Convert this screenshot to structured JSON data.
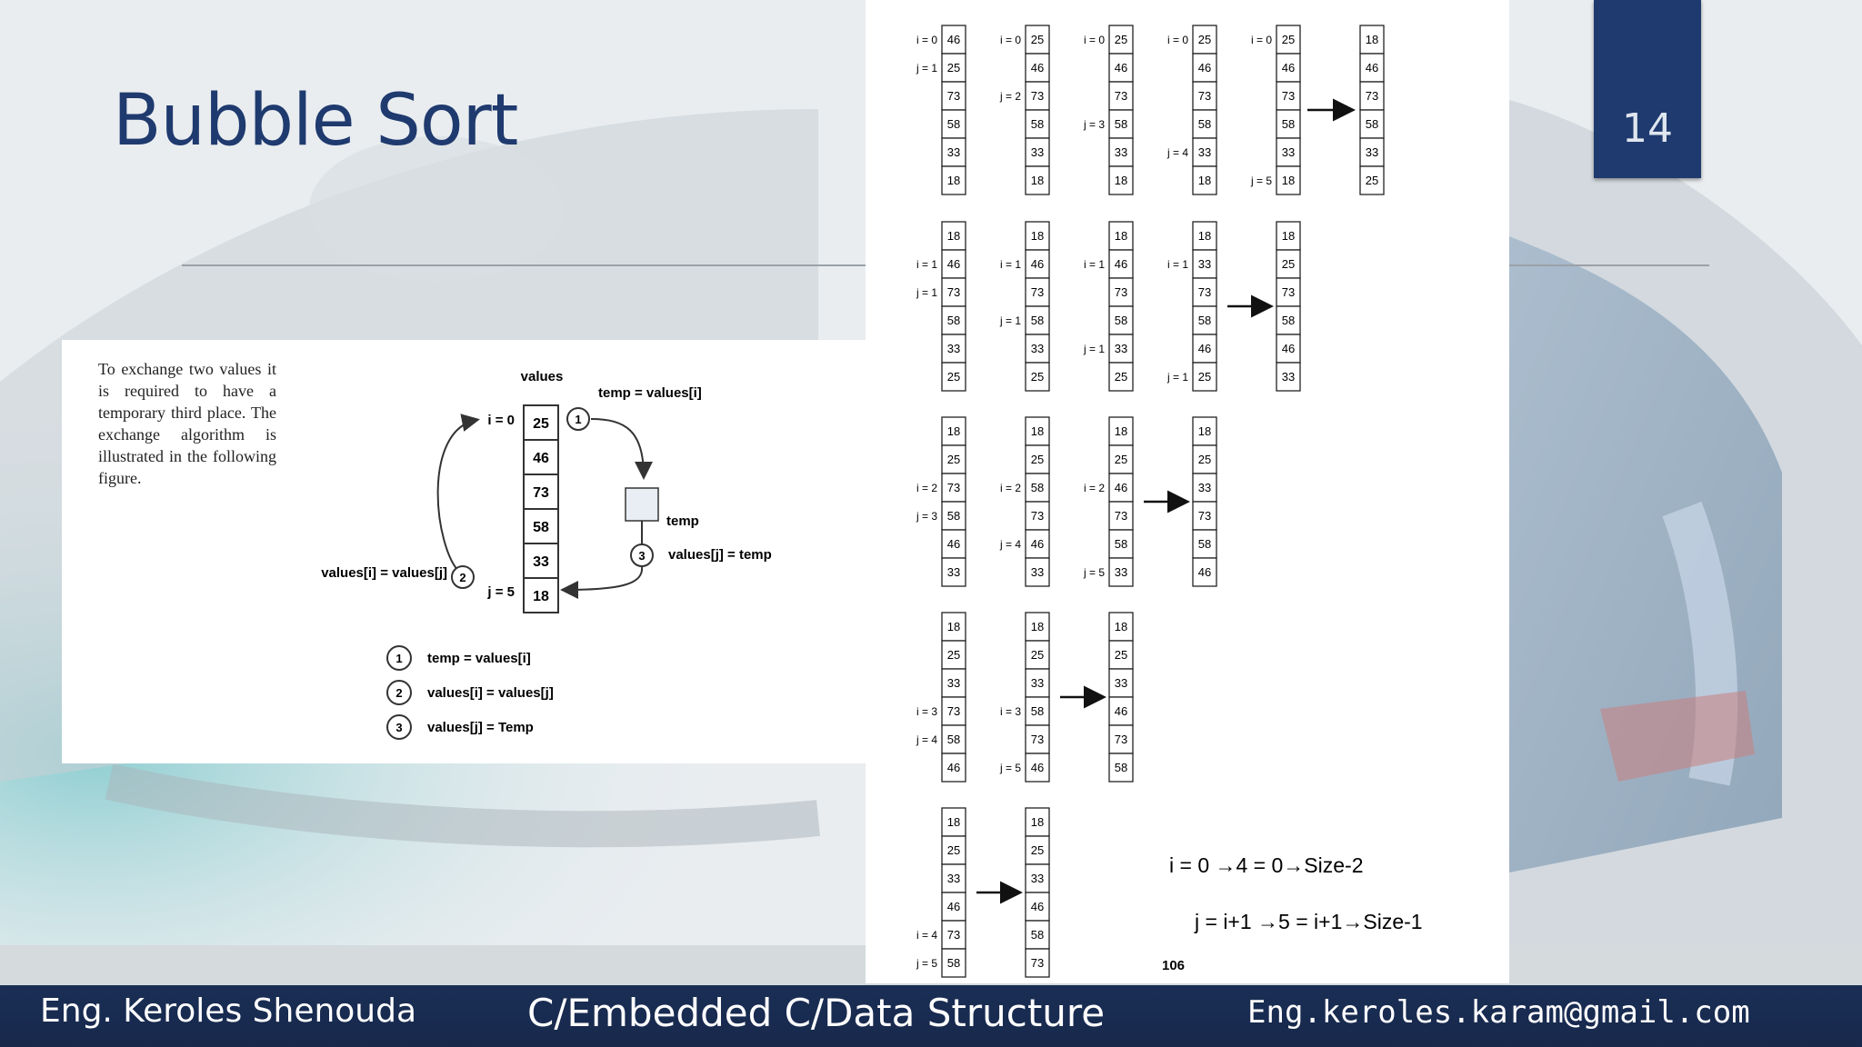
{
  "slide": {
    "title": "Bubble Sort",
    "number": "14"
  },
  "left_figure": {
    "intro_text": "To exchange two values it is required to have a temporary third place. The exchange algorithm is illustrated in the following figure.",
    "values_heading": "values",
    "values": [
      "25",
      "46",
      "73",
      "58",
      "33",
      "18"
    ],
    "i_label": "i = 0",
    "j_label": "j = 5",
    "temp_label": "temp",
    "step1_top": "temp = values[i]",
    "step2_left": "values[i] = values[j]",
    "step3_right": "values[j] = temp",
    "legend": [
      {
        "num": "1",
        "text": "temp = values[i]"
      },
      {
        "num": "2",
        "text": "values[i] = values[j]"
      },
      {
        "num": "3",
        "text": "values[j] = Temp"
      }
    ]
  },
  "passes": [
    {
      "columns": [
        {
          "values": [
            "46",
            "25",
            "73",
            "58",
            "33",
            "18"
          ],
          "labels": [
            {
              "row": 0,
              "text": "i = 0"
            },
            {
              "row": 1,
              "text": "j = 1"
            }
          ]
        },
        {
          "values": [
            "25",
            "46",
            "73",
            "58",
            "33",
            "18"
          ],
          "labels": [
            {
              "row": 0,
              "text": "i = 0"
            },
            {
              "row": 2,
              "text": "j = 2"
            }
          ]
        },
        {
          "values": [
            "25",
            "46",
            "73",
            "58",
            "33",
            "18"
          ],
          "labels": [
            {
              "row": 0,
              "text": "i = 0"
            },
            {
              "row": 3,
              "text": "j = 3"
            }
          ]
        },
        {
          "values": [
            "25",
            "46",
            "73",
            "58",
            "33",
            "18"
          ],
          "labels": [
            {
              "row": 0,
              "text": "i = 0"
            },
            {
              "row": 4,
              "text": "j = 4"
            }
          ]
        },
        {
          "values": [
            "25",
            "46",
            "73",
            "58",
            "33",
            "18"
          ],
          "labels": [
            {
              "row": 0,
              "text": "i = 0"
            },
            {
              "row": 5,
              "text": "j = 5"
            }
          ]
        },
        {
          "values": [
            "18",
            "46",
            "73",
            "58",
            "33",
            "25"
          ],
          "labels": [],
          "result": true
        }
      ]
    },
    {
      "columns": [
        {
          "values": [
            "18",
            "46",
            "73",
            "58",
            "33",
            "25"
          ],
          "labels": [
            {
              "row": 1,
              "text": "i = 1"
            },
            {
              "row": 2,
              "text": "j = 1"
            }
          ]
        },
        {
          "values": [
            "18",
            "46",
            "73",
            "58",
            "33",
            "25"
          ],
          "labels": [
            {
              "row": 1,
              "text": "i = 1"
            },
            {
              "row": 3,
              "text": "j = 1"
            }
          ]
        },
        {
          "values": [
            "18",
            "46",
            "73",
            "58",
            "33",
            "25"
          ],
          "labels": [
            {
              "row": 1,
              "text": "i = 1"
            },
            {
              "row": 4,
              "text": "j = 1"
            }
          ]
        },
        {
          "values": [
            "18",
            "33",
            "73",
            "58",
            "46",
            "25"
          ],
          "labels": [
            {
              "row": 1,
              "text": "i = 1"
            },
            {
              "row": 5,
              "text": "j = 1"
            }
          ]
        },
        {
          "values": [
            "18",
            "25",
            "73",
            "58",
            "46",
            "33"
          ],
          "labels": [],
          "result": true
        }
      ]
    },
    {
      "columns": [
        {
          "values": [
            "18",
            "25",
            "73",
            "58",
            "46",
            "33"
          ],
          "labels": [
            {
              "row": 2,
              "text": "i = 2"
            },
            {
              "row": 3,
              "text": "j = 3"
            }
          ]
        },
        {
          "values": [
            "18",
            "25",
            "58",
            "73",
            "46",
            "33"
          ],
          "labels": [
            {
              "row": 2,
              "text": "i = 2"
            },
            {
              "row": 4,
              "text": "j = 4"
            }
          ]
        },
        {
          "values": [
            "18",
            "25",
            "46",
            "73",
            "58",
            "33"
          ],
          "labels": [
            {
              "row": 2,
              "text": "i = 2"
            },
            {
              "row": 5,
              "text": "j = 5"
            }
          ]
        },
        {
          "values": [
            "18",
            "25",
            "33",
            "73",
            "58",
            "46"
          ],
          "labels": [],
          "result": true
        }
      ]
    },
    {
      "columns": [
        {
          "values": [
            "18",
            "25",
            "33",
            "73",
            "58",
            "46"
          ],
          "labels": [
            {
              "row": 3,
              "text": "i = 3"
            },
            {
              "row": 4,
              "text": "j = 4"
            }
          ]
        },
        {
          "values": [
            "18",
            "25",
            "33",
            "58",
            "73",
            "46"
          ],
          "labels": [
            {
              "row": 3,
              "text": "i = 3"
            },
            {
              "row": 5,
              "text": "j = 5"
            }
          ]
        },
        {
          "values": [
            "18",
            "25",
            "33",
            "46",
            "73",
            "58"
          ],
          "labels": [],
          "result": true
        }
      ]
    },
    {
      "columns": [
        {
          "values": [
            "18",
            "25",
            "33",
            "46",
            "73",
            "58"
          ],
          "labels": [
            {
              "row": 4,
              "text": "i = 4"
            },
            {
              "row": 5,
              "text": "j = 5"
            }
          ]
        },
        {
          "values": [
            "18",
            "25",
            "33",
            "46",
            "58",
            "73"
          ],
          "labels": [],
          "result": true
        }
      ]
    }
  ],
  "formulas": {
    "i_range": "i = 0 →4 = 0→Size-2",
    "j_range": "j = i+1 →5 = i+1→Size-1"
  },
  "page_number": "106",
  "footer": {
    "author": "Eng. Keroles Shenouda",
    "course": "C/Embedded C/Data Structure",
    "email": "Eng.keroles.karam@gmail.com"
  }
}
